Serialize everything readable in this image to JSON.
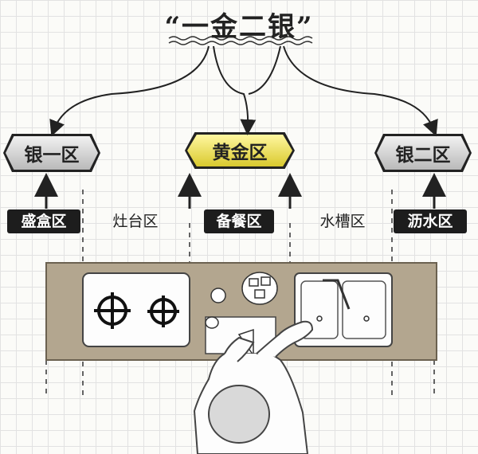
{
  "title": "“一金二银”",
  "levels": {
    "silver_left": "银一区",
    "gold": "黄金区",
    "silver_right": "银二区"
  },
  "zones": [
    {
      "label": "盛盒区",
      "style": "dark"
    },
    {
      "label": "灶台区",
      "style": "light"
    },
    {
      "label": "备餐区",
      "style": "dark"
    },
    {
      "label": "水槽区",
      "style": "light"
    },
    {
      "label": "沥水区",
      "style": "dark"
    }
  ],
  "colors": {
    "counter": "#b3a68f",
    "gold": "#e8dc45",
    "silver": "#d2d2d2",
    "ink": "#1d1d1d"
  }
}
